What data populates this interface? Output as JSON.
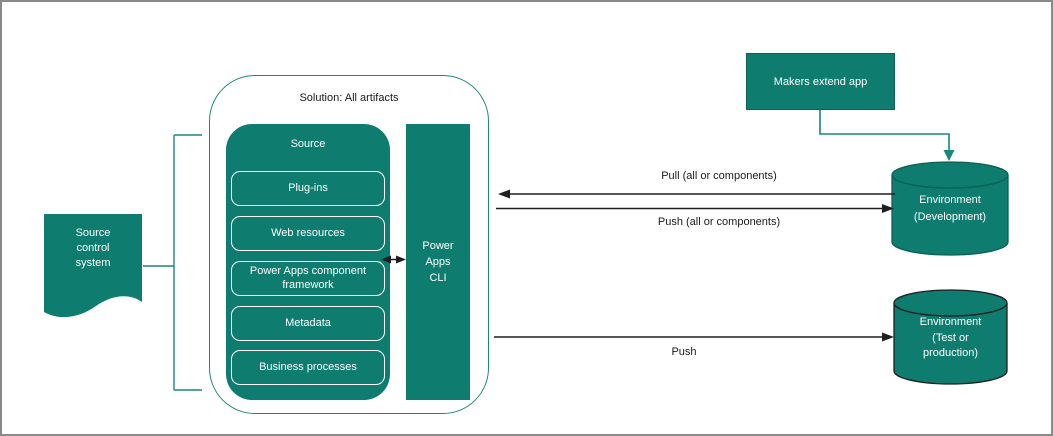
{
  "colors": {
    "teal_fill": "#0e7c6e",
    "teal_line": "#1e8677",
    "connector": "#17897a",
    "dev_cylinder_stroke": "#0a6154",
    "test_cylinder_stroke": "#1f1f1f",
    "arrow_black": "#1f1f1f",
    "text_dark": "#1a1a1a",
    "frame_border": "#8a8a8a"
  },
  "source_control": {
    "lines": [
      "Source",
      "control",
      "system"
    ]
  },
  "solution": {
    "title": "Solution: All artifacts",
    "source_group": {
      "title": "Source",
      "items": [
        "Plug-ins",
        "Web resources",
        "Power Apps component framework",
        "Metadata",
        "Business processes"
      ]
    },
    "cli": {
      "lines": [
        "Power",
        "Apps",
        "CLI"
      ]
    }
  },
  "makers": {
    "label": "Makers extend app"
  },
  "environments": {
    "development": {
      "lines": [
        "Environment",
        "(Development)"
      ]
    },
    "test_production": {
      "lines": [
        "Environment",
        "(Test or",
        "production)"
      ]
    }
  },
  "flows": {
    "pull": "Pull (all or components)",
    "push": "Push (all or components)",
    "push_bottom": "Push"
  }
}
